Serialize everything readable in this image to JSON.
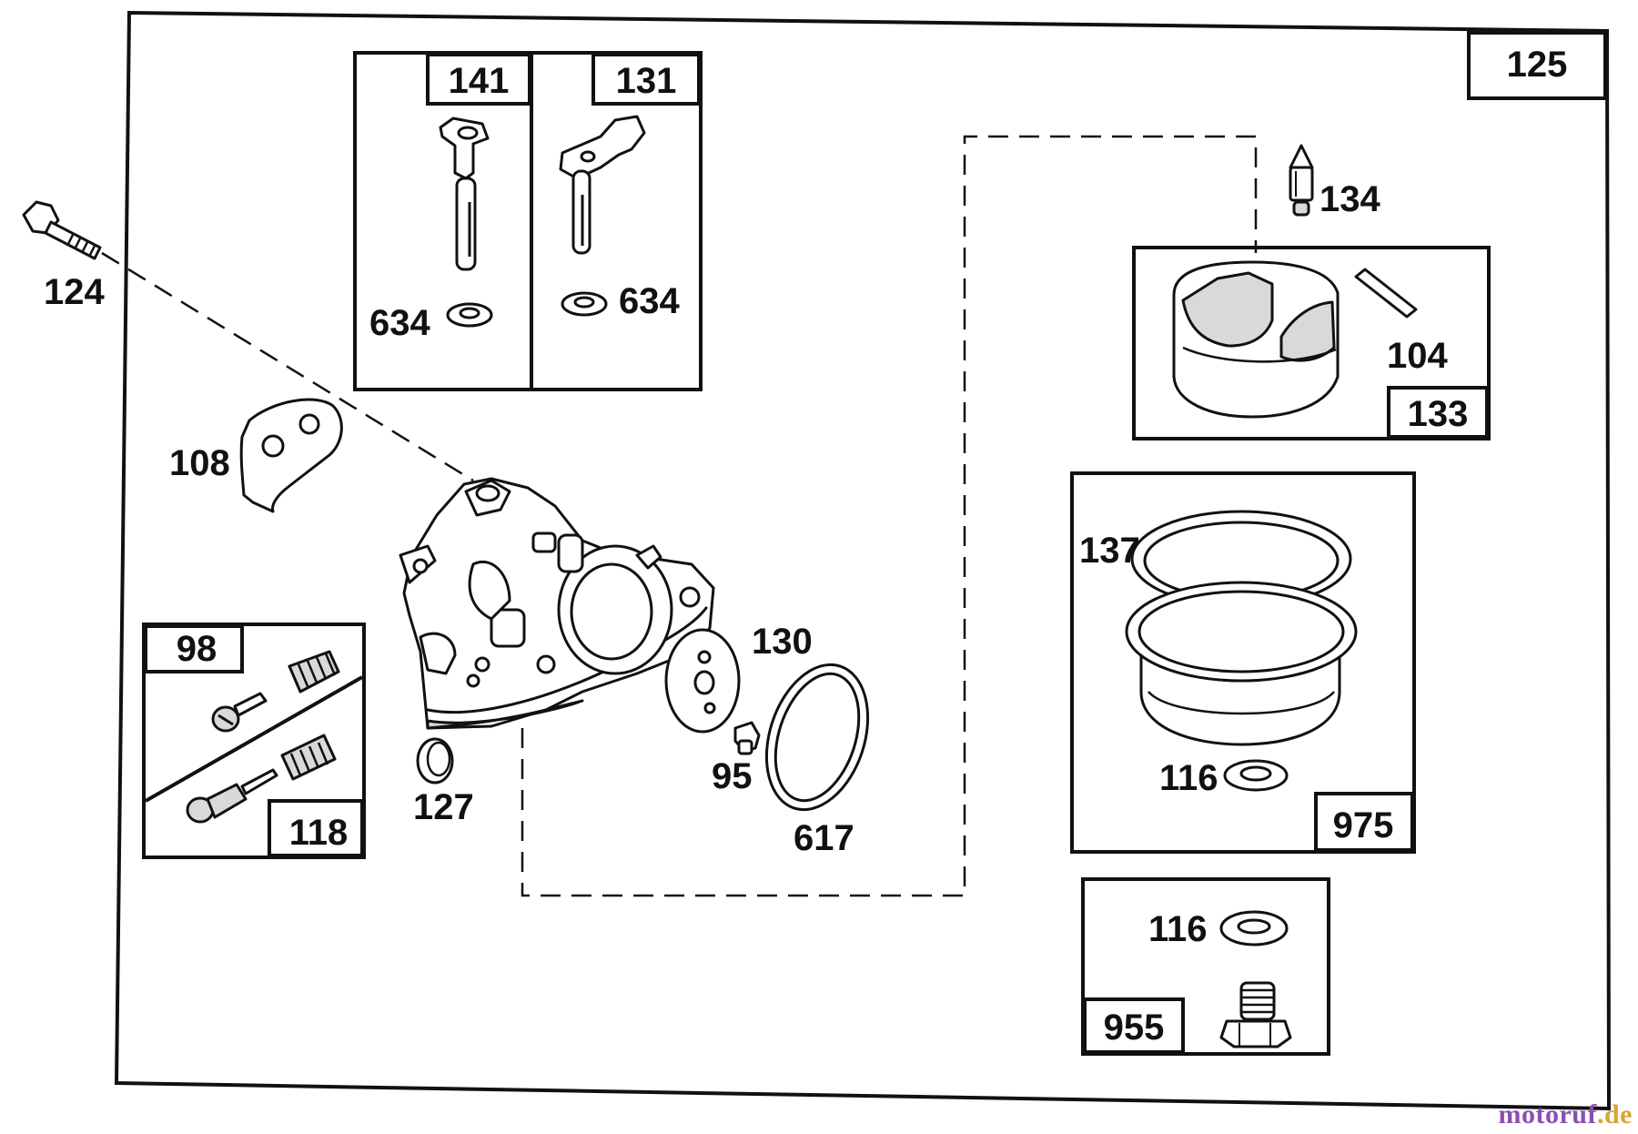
{
  "diagram": {
    "assembly_number": "125",
    "callouts": {
      "bolt": "124",
      "gasket_plate": "108",
      "float_bowl_kit_top": "134",
      "float_pin": "104",
      "float": "133",
      "bowl_gasket_label": "137",
      "bowl_washer": "116",
      "bowl_kit": "975",
      "washer_small": "116",
      "bolt_kit": "955",
      "welch_plug": "127",
      "gasket_130": "130",
      "screw_95": "95",
      "oring_617": "617",
      "needle_kit": "98",
      "needle_kit_box": "118",
      "throttle_shaft_141": "141",
      "choke_shaft_131": "131",
      "seal_left": "634",
      "seal_right": "634"
    }
  },
  "watermark": {
    "main": "motoruf",
    "suffix": ".de"
  }
}
